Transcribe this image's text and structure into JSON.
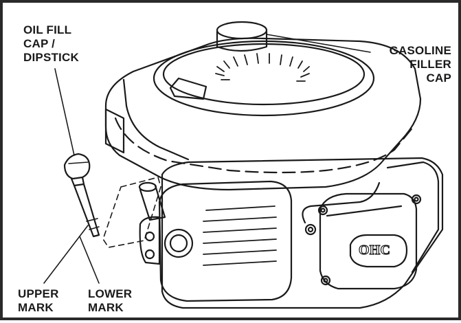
{
  "labels": {
    "oil_fill": [
      "OIL FILL",
      "CAP /",
      "DIPSTICK"
    ],
    "gasoline": [
      "GASOLINE",
      "FILLER",
      "CAP"
    ],
    "upper_mark": [
      "UPPER",
      "MARK"
    ],
    "lower_mark": [
      "LOWER",
      "MARK"
    ],
    "badge": "OHC"
  },
  "colors": {
    "ink": "#1a1a1a",
    "background": "#ffffff"
  }
}
